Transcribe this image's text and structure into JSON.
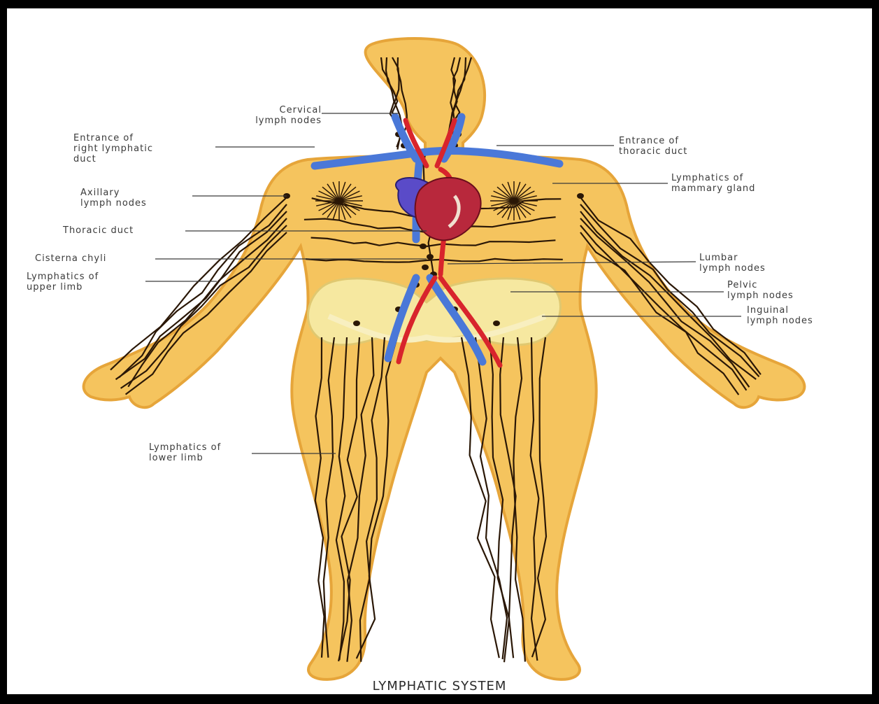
{
  "caption": "LYMPHATIC SYSTEM",
  "colors": {
    "skin": "#f5c45e",
    "skin_edge": "#e6a53a",
    "lymph_vessel": "#2a1706",
    "vein": "#4a78d8",
    "artery": "#d8242c",
    "heart": "#b8283c",
    "pelvis": "#f6e8a0"
  },
  "labels": {
    "cervical": "Cervical\nlymph nodes",
    "entrance_right": "Entrance of\nright lymphatic\nduct",
    "entrance_thoracic": "Entrance of\nthoracic duct",
    "axillary": "Axillary\nlymph nodes",
    "mammary": "Lymphatics of\nmammary gland",
    "thoracic_duct": "Thoracic duct",
    "cisterna": "Cisterna chyli",
    "lumbar": "Lumbar\nlymph nodes",
    "upper_limb": "Lymphatics of\nupper limb",
    "pelvic": "Pelvic\nlymph nodes",
    "inguinal": "Inguinal\nlymph nodes",
    "lower_limb": "Lymphatics of\nlower limb"
  }
}
